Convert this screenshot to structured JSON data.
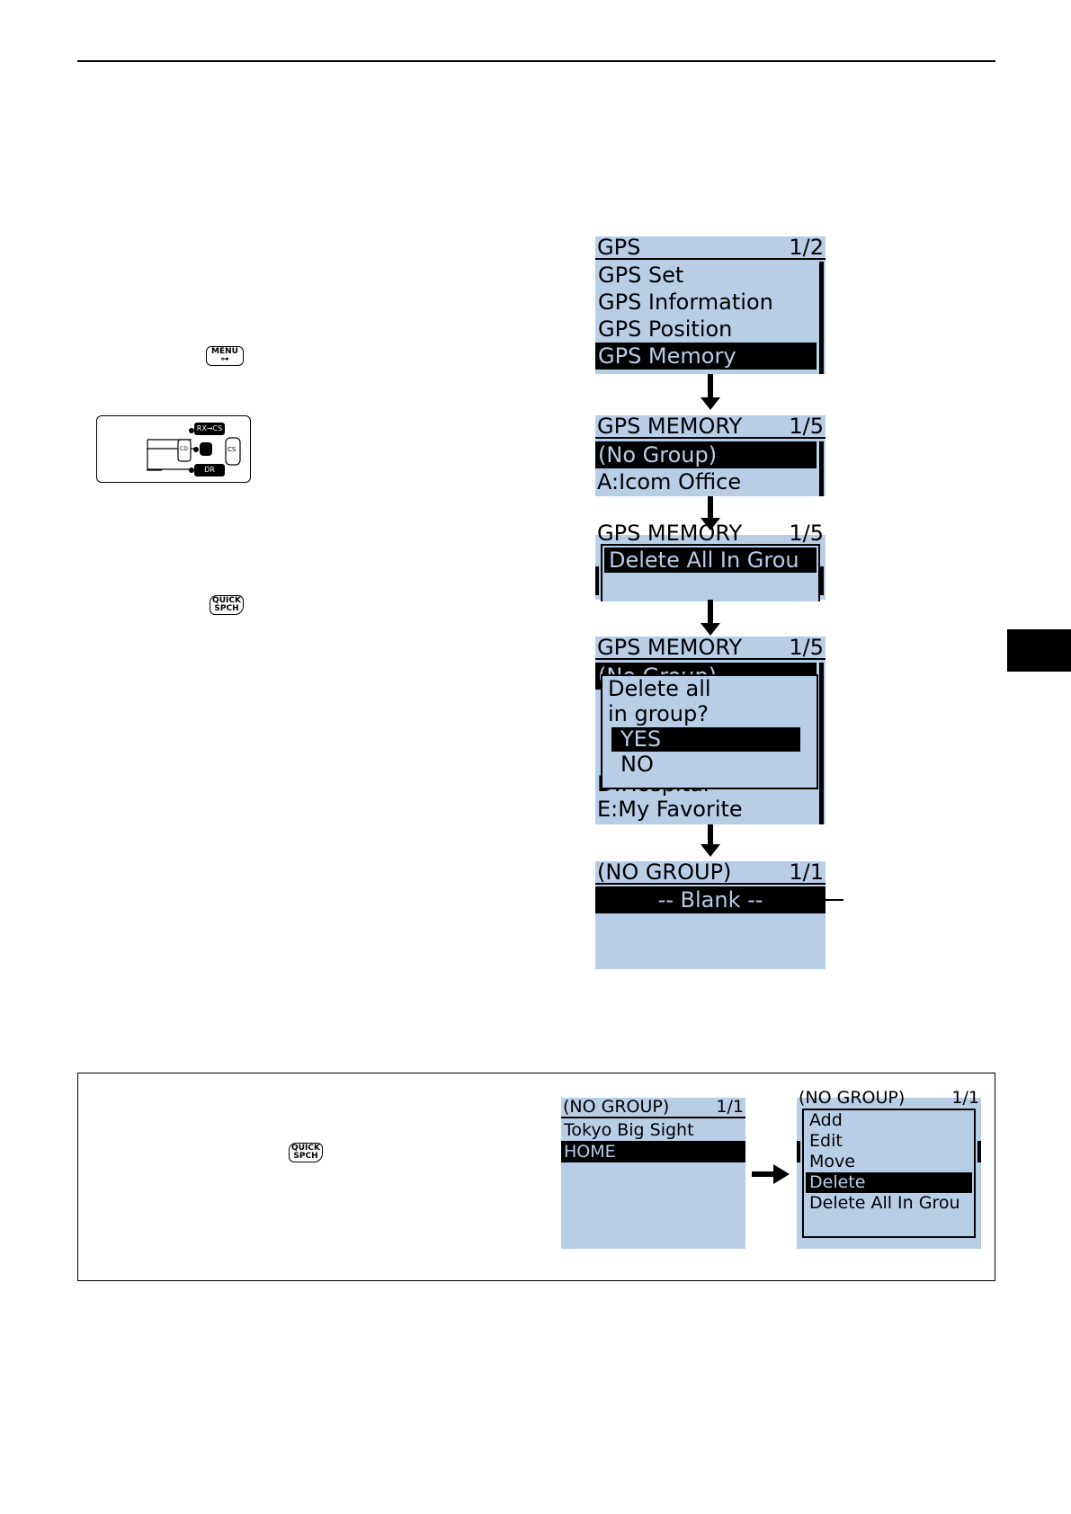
{
  "keys": {
    "menu": {
      "line1": "MENU",
      "line2": "⊶"
    },
    "quick": {
      "line1": "QUICK",
      "line2": "SPCH"
    }
  },
  "keypad": {
    "top": "RX→CS",
    "bottom": "DR",
    "left": "CD",
    "right": "CS"
  },
  "screen1": {
    "title": "GPS",
    "page": "1/2",
    "items": [
      "GPS Set",
      "GPS Information",
      "GPS Position",
      "GPS Memory"
    ]
  },
  "screen2": {
    "title": "GPS MEMORY",
    "page": "1/5",
    "items": [
      "(No Group)",
      "A:Icom Office"
    ]
  },
  "screen3": {
    "title": "GPS MEMORY",
    "page": "1/5",
    "popup": "Delete All In Grou"
  },
  "screen4": {
    "title": "GPS MEMORY",
    "page": "1/5",
    "bg_top": "(No Group)",
    "bg_bottom_partial": "D:Hospital",
    "last": "E:My Favorite",
    "dialog": {
      "line1": "Delete all",
      "line2": "in group?",
      "yes": "YES",
      "no": "NO"
    }
  },
  "screen5": {
    "title": "(NO GROUP)",
    "page": "1/1",
    "blank": "-- Blank --"
  },
  "note": {
    "screen_a": {
      "title": "(NO GROUP)",
      "page": "1/1",
      "items": [
        "Tokyo Big Sight",
        "HOME"
      ]
    },
    "screen_b": {
      "title": "(NO GROUP)",
      "page": "1/1",
      "menu": [
        "Add",
        "Edit",
        "Move",
        "Delete",
        "Delete All In Grou"
      ]
    }
  }
}
